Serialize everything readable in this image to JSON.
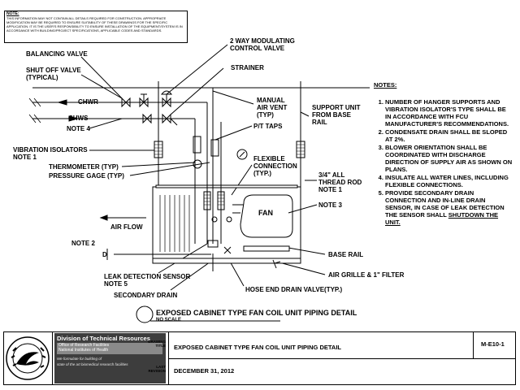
{
  "disclaimer": {
    "heading": "NOTE:",
    "body": "THIS INFORMATION MAY NOT CONTAIN ALL DETAILS REQUIRED FOR CONSTRUCTION. APPROPRIATE MODIFICATION MAY BE REQUIRED TO ENSURE SUITABILITY OF THESE DRAWINGS FOR THE SPECIFIC APPLICATION. IT IS THE USER'S RESPONSIBILITY TO ENSURE INSTALLATION OF THE EQUIPMENT/SYSTEM IS IN ACCORDANCE WITH BUILDING/PROJECT SPECIFICATIONS, APPLICABLE CODES AND STANDARDS."
  },
  "labels": {
    "balancing_valve": "BALANCING VALVE",
    "shut_off_valve": "SHUT OFF VALVE",
    "shut_off_valve_typ": "(TYPICAL)",
    "two_way_valve_1": "2 WAY MODULATING",
    "two_way_valve_2": "CONTROL VALVE",
    "strainer": "STRAINER",
    "chwr": "CHWR",
    "chws": "CHWS",
    "note4": "NOTE 4",
    "manual_air_vent_1": "MANUAL",
    "manual_air_vent_2": "AIR VENT",
    "manual_air_vent_3": "(TYP)",
    "pt_taps": "P/T TAPS",
    "support_unit_1": "SUPPORT UNIT",
    "support_unit_2": "FROM BASE",
    "support_unit_3": "RAIL",
    "vibration_1": "VIBRATION ISOLATORS",
    "vibration_2": "NOTE 1",
    "thermometer": "THERMOMETER (TYP)",
    "pressure_gage": "PRESSURE GAGE (TYP)",
    "flexible_1": "FLEXIBLE",
    "flexible_2": "CONNECTION",
    "flexible_3": "(TYP.)",
    "thread_rod_1": "3/4\" ALL",
    "thread_rod_2": "THREAD ROD",
    "thread_rod_3": "NOTE 1",
    "note3": "NOTE 3",
    "fan": "FAN",
    "air_flow": "AIR FLOW",
    "note2": "NOTE 2",
    "d_mark": "D",
    "base_rail": "BASE RAIL",
    "air_grille": "AIR GRILLE & 1\" FILTER",
    "leak_1": "LEAK DETECTION SENSOR",
    "leak_2": "NOTE 5",
    "secondary_drain": "SECONDARY DRAIN",
    "hose_end": "HOSE END DRAIN VALVE(TYP.)"
  },
  "notes": {
    "title": "NOTES:",
    "items": [
      "NUMBER OF HANGER SUPPORTS AND VIBRATION ISOLATOR'S TYPE SHALL BE IN ACCORDANCE WITH FCU MANUFACTURER'S RECOMMENDATIONS.",
      "CONDENSATE DRAIN SHALL BE SLOPED AT 2%.",
      "BLOWER ORIENTATION SHALL BE COORDINATED WITH DISCHARGE DIRECTION OF SUPPLY AIR AS SHOWN ON PLANS.",
      "INSULATE ALL WATER LINES, INCLUDING FLEXIBLE CONNECTIONS."
    ],
    "item5_text": "PROVIDE SECONDARY DRAIN CONNECTION AND IN-LINE DRAIN SENSOR, IN CASE OF LEAK DETECTION THE SENSOR SHALL",
    "item5_underlined": "SHUTDOWN THE UNIT."
  },
  "detail": {
    "title": "EXPOSED CABINET TYPE FAN COIL UNIT PIPING DETAIL",
    "scale": "NO SCALE"
  },
  "title_block": {
    "org_name": "Division of Technical Resources",
    "office_1": "Office of Research Facilities",
    "office_2": "National Institutes of Health",
    "tagline_1": "We formulate  for building  of",
    "tagline_2": "state of the art  biomedical research facilities",
    "drawing_title_label_1": "DRAWING",
    "drawing_title_label_2": "TITLE",
    "drawing_title": "EXPOSED CABINET TYPE FAN COIL UNIT PIPING DETAIL",
    "last_revision_label_1": "LAST",
    "last_revision_label_2": "REVISION",
    "last_revision": "DECEMBER 31, 2012",
    "sheet_number": "M-E10-1"
  }
}
